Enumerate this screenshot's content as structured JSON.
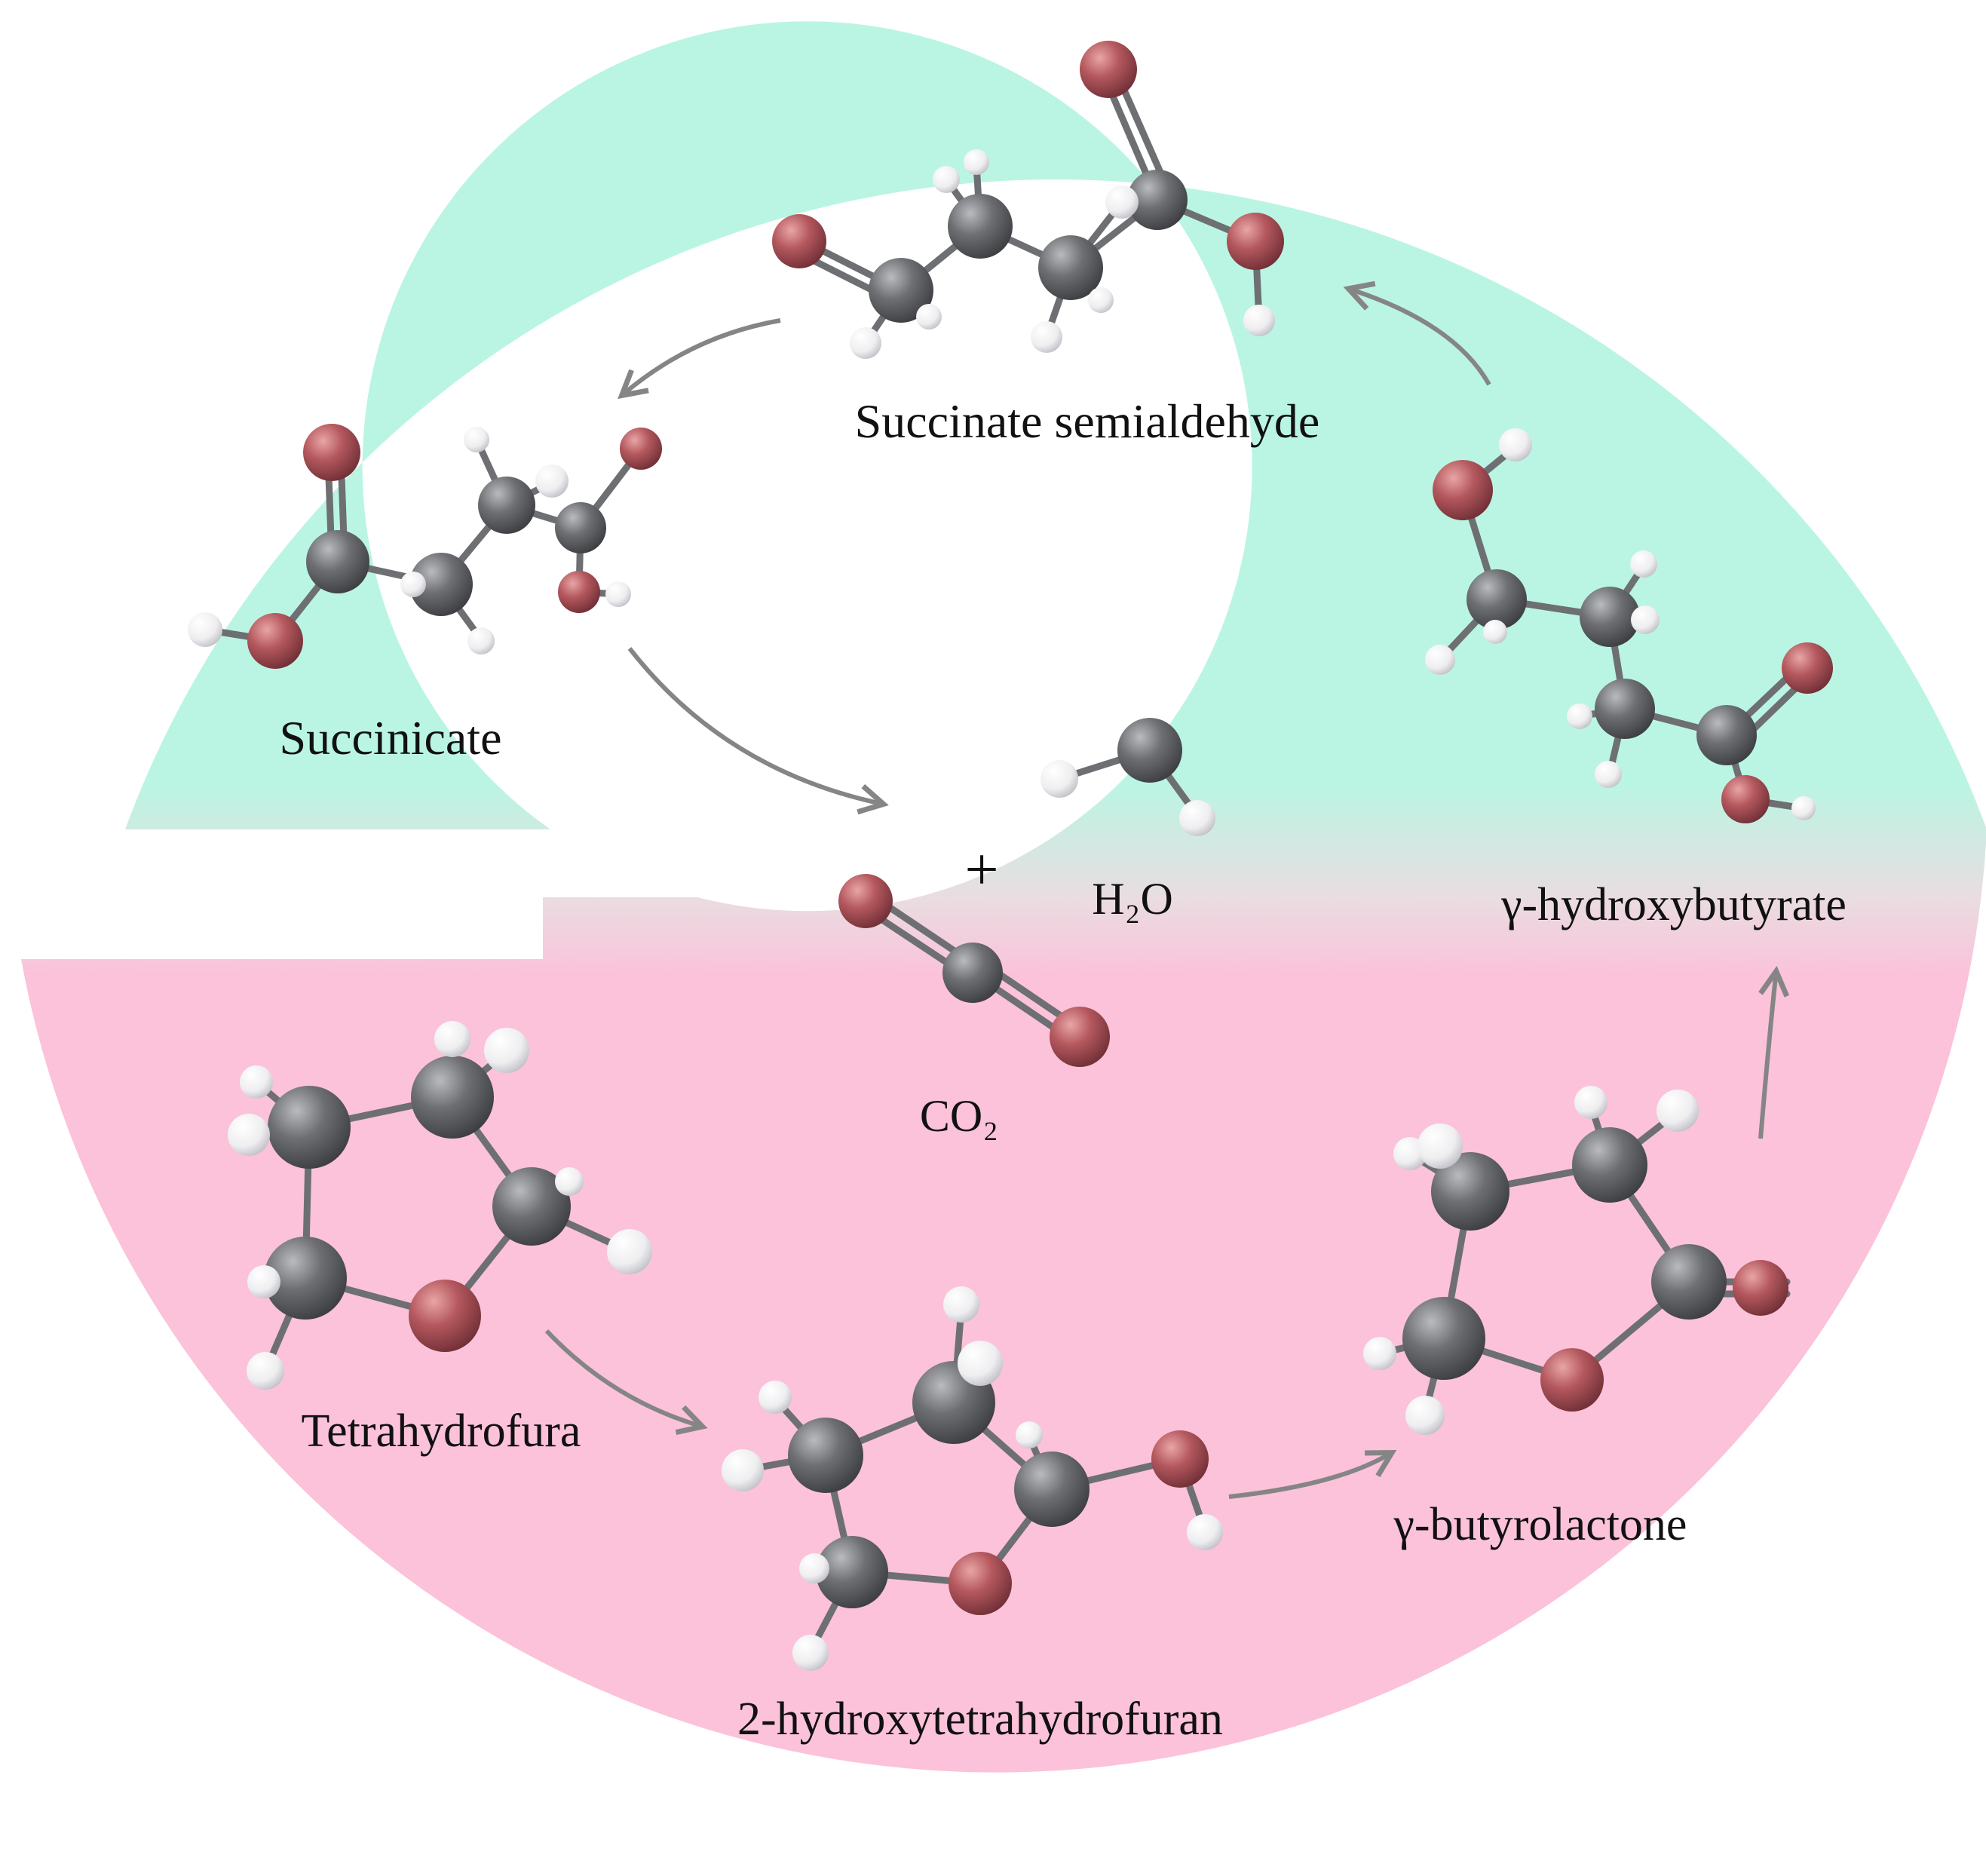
{
  "colors": {
    "upper_band": "#baf5e3",
    "lower_band": "#fbc2da",
    "carbon": "#6d6f73",
    "oxygen": "#b4585e",
    "hydrogen": "#f0f0f2",
    "arrow": "#858585"
  },
  "labels": {
    "succinate_semialdehyde": "Succinate semialdehyde",
    "succinicate": "Succinicate",
    "gamma_hydroxybutyrate": "γ-hydroxybutyrate",
    "gamma_butyrolactone": "γ-butyrolactone",
    "hydroxytetrahydrofuran": "2-hydroxytetrahydrofuran",
    "tetrahydrofura": "Tetrahydrofura",
    "plus": "+",
    "water": "H₂O",
    "carbon_dioxide": "CO₂"
  }
}
